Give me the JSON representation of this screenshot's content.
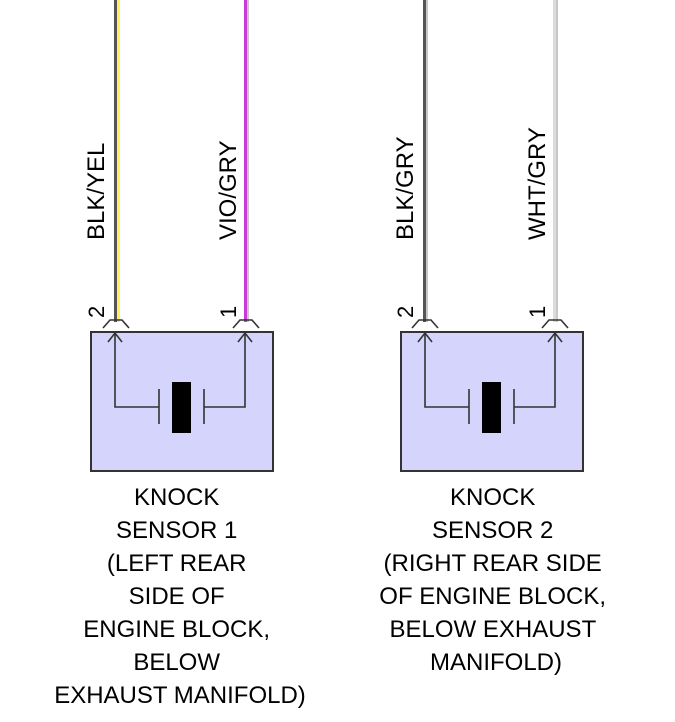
{
  "colors": {
    "sensor_fill": "#d4d4fc",
    "outline": "#333333",
    "wire_black": "#555555",
    "wire_yellow": "#fff25c",
    "wire_violet": "#c93bd8",
    "wire_gray": "#c8c8c8",
    "wire_white": "#dcdcdc"
  },
  "sensors": [
    {
      "label_lines": [
        "KNOCK",
        "SENSOR 1",
        "(LEFT REAR",
        "SIDE OF",
        "ENGINE BLOCK,",
        "BELOW",
        "EXHAUST MANIFOLD)"
      ],
      "wires": [
        {
          "label": "BLK/YEL",
          "pin": "2",
          "main_color": "wire_black",
          "stripe_color": "wire_yellow"
        },
        {
          "label": "VIO/GRY",
          "pin": "1",
          "main_color": "wire_violet",
          "stripe_color": "wire_gray"
        }
      ]
    },
    {
      "label_lines": [
        "KNOCK",
        "SENSOR 2",
        "(RIGHT REAR SIDE",
        "OF ENGINE BLOCK,",
        "BELOW EXHAUST",
        "MANIFOLD)"
      ],
      "wires": [
        {
          "label": "BLK/GRY",
          "pin": "2",
          "main_color": "wire_black",
          "stripe_color": "wire_gray"
        },
        {
          "label": "WHT/GRY",
          "pin": "1",
          "main_color": "wire_white",
          "stripe_color": "wire_gray"
        }
      ]
    }
  ]
}
